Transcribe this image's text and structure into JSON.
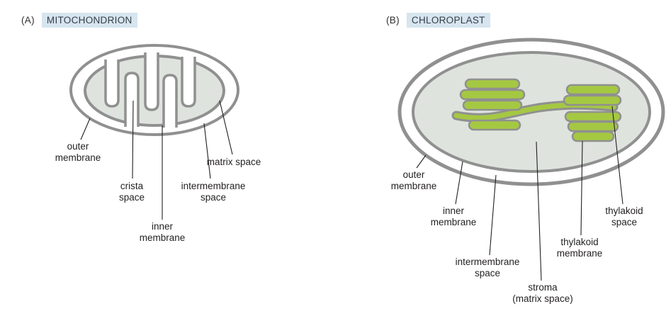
{
  "figure": {
    "background": "#ffffff",
    "colors": {
      "title_highlight": "#d6e5ef",
      "membrane_gray": "#909090",
      "matrix_fill": "#dee3de",
      "thylakoid_green": "#a5c842",
      "leader_line": "#231f20",
      "label_text": "#231f20"
    },
    "panels": [
      {
        "tag": "(A)",
        "title": "MITOCHONDRION",
        "labels": {
          "outer_membrane": "outer\nmembrane",
          "crista_space": "crista\nspace",
          "inner_membrane": "inner\nmembrane",
          "intermembrane_space": "intermembrane\nspace",
          "matrix_space": "matrix space"
        }
      },
      {
        "tag": "(B)",
        "title": "CHLOROPLAST",
        "labels": {
          "outer_membrane": "outer\nmembrane",
          "inner_membrane": "inner\nmembrane",
          "intermembrane_space": "intermembrane\nspace",
          "stroma": "stroma\n(matrix space)",
          "thylakoid_membrane": "thylakoid\nmembrane",
          "thylakoid_space": "thylakoid\nspace"
        }
      }
    ]
  }
}
